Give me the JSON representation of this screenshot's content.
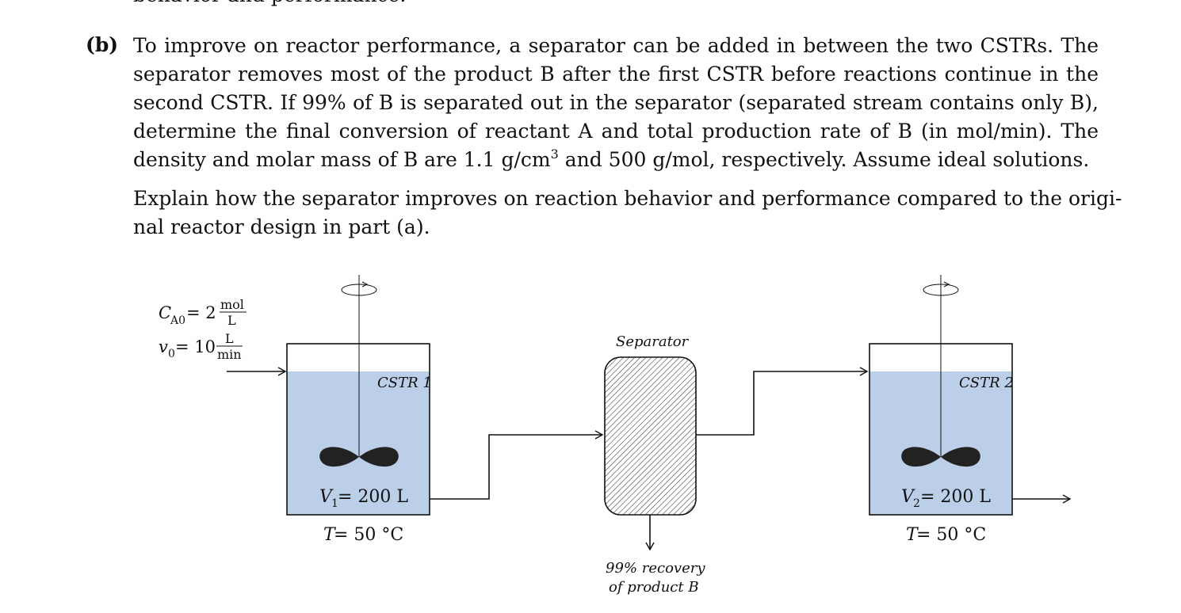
{
  "question": {
    "cut_line": "behavior and performance.",
    "label": "(b)",
    "para1_lines": [
      "To improve on reactor performance, a separator can be added in between the two CSTRs. The",
      "separator removes most of the product B after the first CSTR before reactions continue in the",
      "second CSTR. If 99% of B is separated out in the separator (separated stream contains only B),",
      "determine the final conversion of reactant A and total production rate of B (in mol/min). The"
    ],
    "para1_last_pre": "density and molar mass of B are 1.1 g/cm",
    "para1_last_sup": "3",
    "para1_last_post": " and 500 g/mol, respectively. Assume ideal solutions.",
    "para2_lines": [
      "Explain how the separator improves on reaction behavior and performance compared to the origi-",
      "nal reactor design in part (a)."
    ]
  },
  "diagram": {
    "feed_CA0_sym": "C",
    "feed_CA0_sub": "A0",
    "feed_CA0_eq": " = 2",
    "feed_CA0_num": "mol",
    "feed_CA0_den": "L",
    "feed_v0_sym": "v",
    "feed_v0_sub": "0",
    "feed_v0_eq": " = 10",
    "feed_v0_num": "L",
    "feed_v0_den": "min",
    "cstr1_label": "CSTR 1",
    "cstr2_label": "CSTR 2",
    "v1_sym": "V",
    "v1_sub": "1",
    "v1_val": " = 200 L",
    "v2_sym": "V",
    "v2_sub": "2",
    "v2_val": " = 200 L",
    "t1_label": "T",
    "t1_val": " = 50 °C",
    "t2_label": "T",
    "t2_val": " = 50 °C",
    "separator_label": "Separator",
    "recovery_line1": "99% recovery",
    "recovery_line2": "of product B",
    "liquid_color": "#bccfe8"
  }
}
